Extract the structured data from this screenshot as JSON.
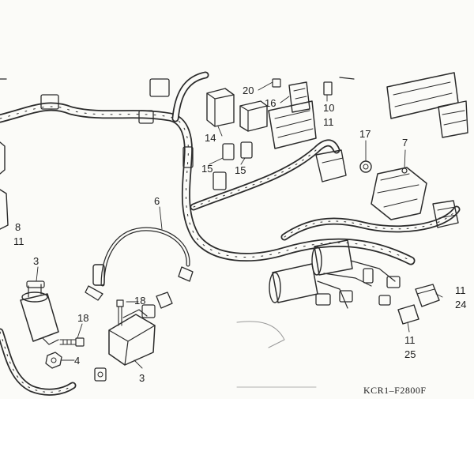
{
  "diagram_code": "KCR1–F2800F",
  "callouts": [
    {
      "id": "c20",
      "text": "20"
    },
    {
      "id": "c16",
      "text": "16"
    },
    {
      "id": "c10",
      "text": "10"
    },
    {
      "id": "c11a",
      "text": "11"
    },
    {
      "id": "c14",
      "text": "14"
    },
    {
      "id": "c17",
      "text": "17"
    },
    {
      "id": "c7",
      "text": "7"
    },
    {
      "id": "c15a",
      "text": "15"
    },
    {
      "id": "c15b",
      "text": "15"
    },
    {
      "id": "c6",
      "text": "6"
    },
    {
      "id": "c8",
      "text": "8"
    },
    {
      "id": "c11b",
      "text": "11"
    },
    {
      "id": "c3a",
      "text": "3"
    },
    {
      "id": "c18a",
      "text": "18"
    },
    {
      "id": "c18b",
      "text": "18"
    },
    {
      "id": "c4",
      "text": "4"
    },
    {
      "id": "c3b",
      "text": "3"
    },
    {
      "id": "c11c",
      "text": "11"
    },
    {
      "id": "c24",
      "text": "24"
    },
    {
      "id": "c11d",
      "text": "11"
    },
    {
      "id": "c25",
      "text": "25"
    }
  ]
}
